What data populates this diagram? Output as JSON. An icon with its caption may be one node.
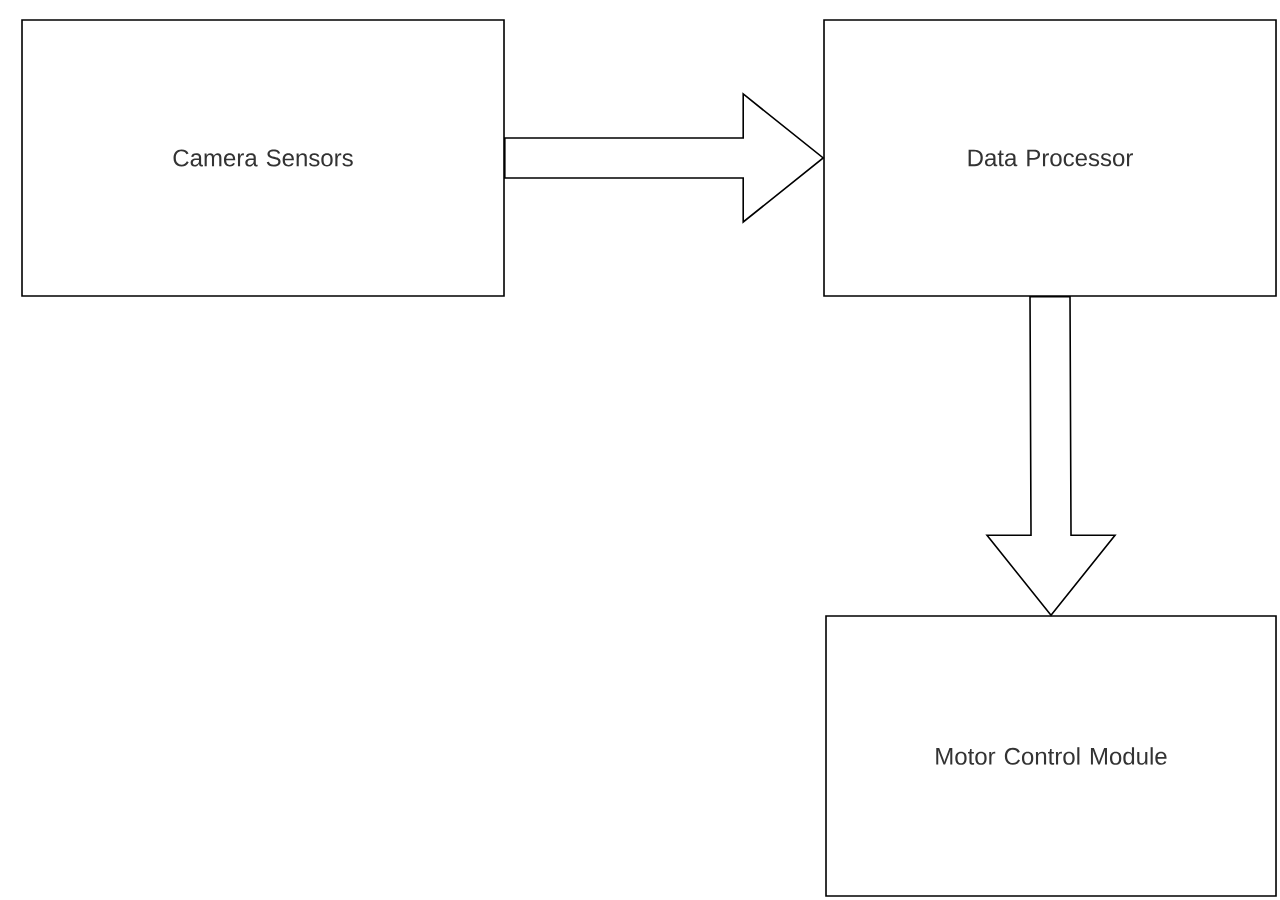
{
  "diagram": {
    "nodes": [
      {
        "text": [
          "Camera Sensors"
        ]
      },
      {
        "text": [
          "Data Processor"
        ]
      },
      {
        "text": [
          "Motor Control Module"
        ]
      }
    ],
    "edges": [
      {
        "from": 0,
        "to": 1,
        "arrow": "to"
      },
      {
        "from": 1,
        "to": 2,
        "arrow": "to"
      }
    ]
  }
}
